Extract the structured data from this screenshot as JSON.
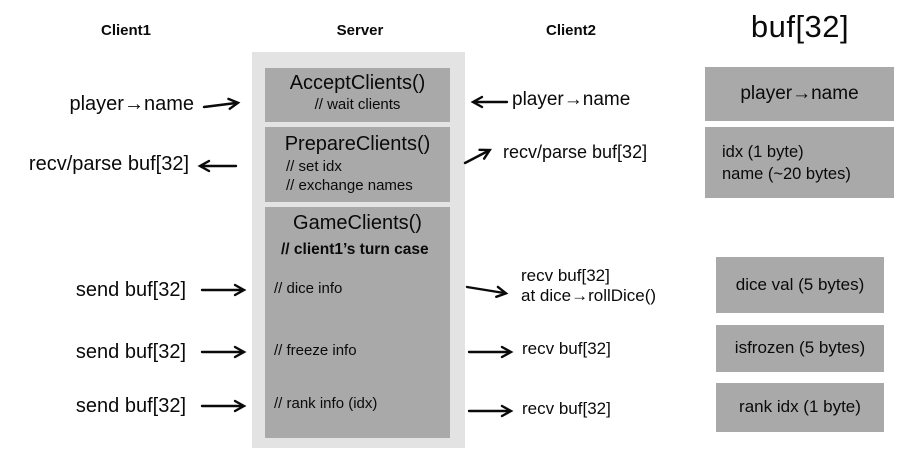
{
  "headers": {
    "client1": "Client1",
    "server": "Server",
    "client2": "Client2",
    "buffer": "buf[32]"
  },
  "server": {
    "accept": {
      "title": "AcceptClients()",
      "comment": "// wait clients"
    },
    "prepare": {
      "title": "PrepareClients()",
      "comment1": "// set idx",
      "comment2": "// exchange names"
    },
    "game": {
      "title": "GameClients()",
      "turn_case": "// client1’s turn case",
      "dice": "// dice info",
      "freeze": "// freeze info",
      "rank": "// rank info (idx)"
    }
  },
  "client1": {
    "row1": "player→name",
    "row2": "recv/parse buf[32]",
    "row3": "send buf[32]",
    "row4": "send buf[32]",
    "row5": "send buf[32]"
  },
  "client2": {
    "row1": "player→name",
    "row2": "recv/parse buf[32]",
    "row3_line1": "recv buf[32]",
    "row3_line2": "at dice→rollDice()",
    "row4": "recv buf[32]",
    "row5": "recv buf[32]"
  },
  "buffer": {
    "box1": "player→name",
    "box2_line1": "idx (1 byte)",
    "box2_line2": "name (~20 bytes)",
    "box3": "dice val (5 bytes)",
    "box4": "isfrozen (5 bytes)",
    "box5": "rank idx (1 byte)"
  },
  "colors": {
    "box_dark": "#a9a9a9",
    "box_light": "#e3e3e3",
    "arrow": "#0a0a0a",
    "text": "#0a0a0a",
    "background": "#ffffff"
  }
}
